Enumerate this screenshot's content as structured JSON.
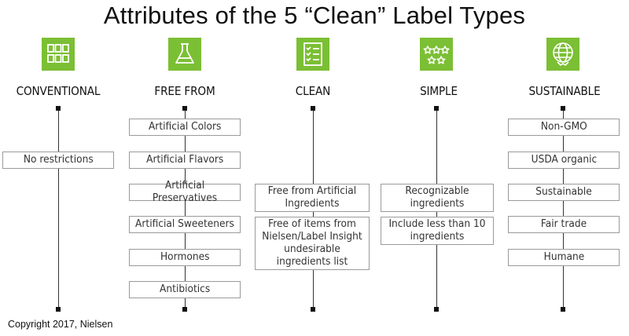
{
  "title": "Attributes of the 5 “Clean” Label Types",
  "copyright": "Copyright 2017, Nielsen",
  "colors": {
    "icon_green": "#7bbf34",
    "line": "#333333",
    "box_border": "#9a9a9a"
  },
  "columns": [
    {
      "label": "CONVENTIONAL",
      "icon": "grid-boxes-icon",
      "boxes": [
        {
          "text": "No restrictions"
        }
      ]
    },
    {
      "label": "FREE FROM",
      "icon": "flask-icon",
      "boxes": [
        {
          "text": "Artificial Colors"
        },
        {
          "text": "Artificial Flavors"
        },
        {
          "text": "Artificial Preservatives"
        },
        {
          "text": "Artificial Sweeteners"
        },
        {
          "text": "Hormones"
        },
        {
          "text": "Antibiotics"
        }
      ]
    },
    {
      "label": "CLEAN",
      "icon": "checklist-icon",
      "boxes": [
        {
          "text": "Free from Artificial Ingredients"
        },
        {
          "text": "Free of items from Nielsen/Label Insight undesirable ingredients list"
        }
      ]
    },
    {
      "label": "SIMPLE",
      "icon": "stars-icon",
      "boxes": [
        {
          "text": "Recognizable ingredients"
        },
        {
          "text": "Include less than 10 ingredients"
        }
      ]
    },
    {
      "label": "SUSTAINABLE",
      "icon": "globe-handshake-icon",
      "boxes": [
        {
          "text": "Non-GMO"
        },
        {
          "text": "USDA organic"
        },
        {
          "text": "Sustainable"
        },
        {
          "text": "Fair trade"
        },
        {
          "text": "Humane"
        }
      ]
    }
  ]
}
